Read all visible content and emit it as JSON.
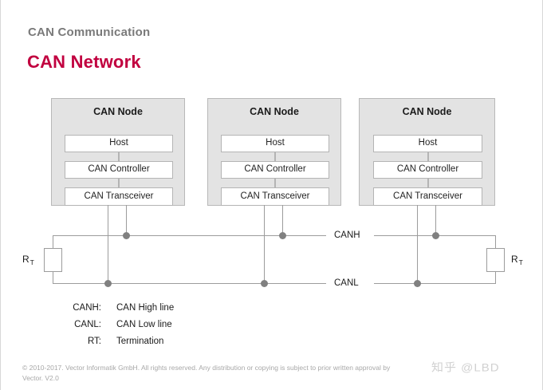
{
  "header": {
    "kicker": "CAN Communication",
    "title": "CAN Network",
    "title_color": "#c1003f",
    "kicker_color": "#7a7a7a"
  },
  "diagram": {
    "nodes": [
      {
        "title": "CAN Node",
        "blocks": [
          "Host",
          "CAN Controller",
          "CAN Transceiver"
        ]
      },
      {
        "title": "CAN Node",
        "blocks": [
          "Host",
          "CAN Controller",
          "CAN Transceiver"
        ]
      },
      {
        "title": "CAN Node",
        "blocks": [
          "Host",
          "CAN Controller",
          "CAN Transceiver"
        ]
      }
    ],
    "bus": {
      "high_label": "CANH",
      "low_label": "CANL"
    },
    "terminators": [
      {
        "label": "R",
        "subscript": "T",
        "side": "left"
      },
      {
        "label": "R",
        "subscript": "T",
        "side": "right"
      }
    ]
  },
  "legend": [
    {
      "key": "CANH:",
      "value": "CAN High line"
    },
    {
      "key": "CANL:",
      "value": "CAN Low line"
    },
    {
      "key": "RT:",
      "value": "Termination"
    }
  ],
  "footer": {
    "line1": "© 2010-2017. Vector Informatik GmbH. All rights reserved. Any distribution or copying is subject to prior written approval by",
    "line2": "Vector. V2.0"
  },
  "watermark": {
    "text": "知乎 @LBD"
  }
}
